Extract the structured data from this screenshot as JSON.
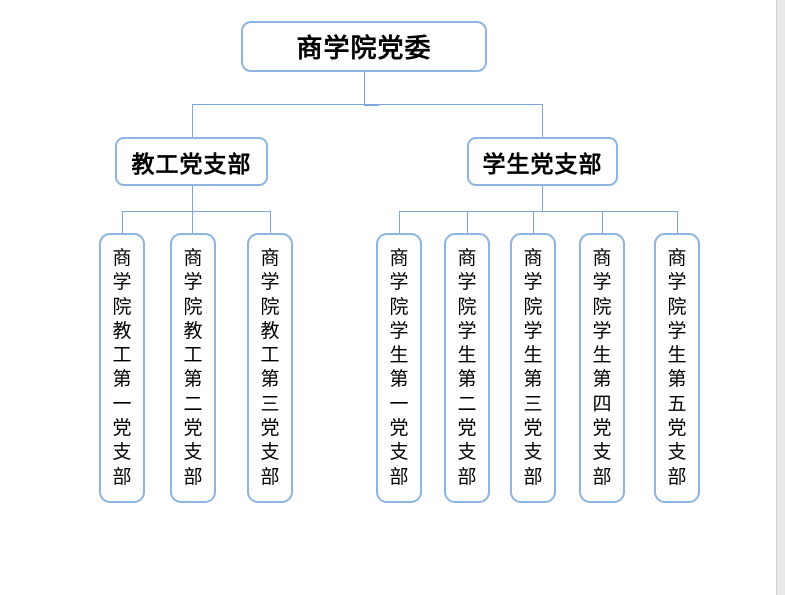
{
  "diagram": {
    "type": "org-chart",
    "root": {
      "label": "商学院党委"
    },
    "branches": [
      {
        "label": "教工党支部",
        "children": [
          {
            "label": "商学院教工第一党支部"
          },
          {
            "label": "商学院教工第二党支部"
          },
          {
            "label": "商学院教工第三党支部"
          }
        ]
      },
      {
        "label": "学生党支部",
        "children": [
          {
            "label": "商学院学生第一党支部"
          },
          {
            "label": "商学院学生第二党支部"
          },
          {
            "label": "商学院学生第三党支部"
          },
          {
            "label": "商学院学生第四党支部"
          },
          {
            "label": "商学院学生第五党支部"
          }
        ]
      }
    ],
    "colors": {
      "box_border": "#8DB4E2",
      "connector": "#7BA7D8",
      "text": "#000000",
      "page_edge": "#e9e9e9",
      "background": "#ffffff"
    }
  }
}
